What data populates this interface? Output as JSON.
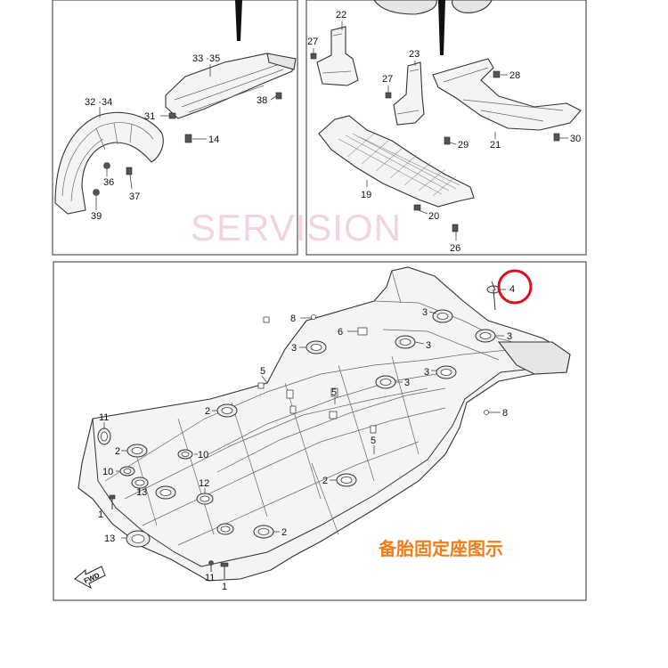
{
  "watermark": "SERVISION",
  "caption": "备胎固定座图示",
  "fwd_label": "FWD",
  "highlight_color": "#d9101f",
  "caption_color": "#f07d18",
  "callouts": {
    "tl_3335": "33 ·35",
    "tl_3234": "32 ·34",
    "tl_31": "31",
    "tl_38": "38",
    "tl_14": "14",
    "tl_36": "36",
    "tl_37": "37",
    "tl_39": "39",
    "tr_22": "22",
    "tr_27a": "27",
    "tr_23": "23",
    "tr_27b": "27",
    "tr_28": "28",
    "tr_21": "21",
    "tr_30": "30",
    "tr_29": "29",
    "tr_19": "19",
    "tr_20": "20",
    "tr_26": "26",
    "b_4": "4",
    "b_8a": "8",
    "b_6": "6",
    "b_3a": "3",
    "b_3b": "3",
    "b_3c": "3",
    "b_3d": "3",
    "b_3e": "3",
    "b_3f": "3",
    "b_5a": "5",
    "b_5b": "5",
    "b_5c": "5",
    "b_8b": "8",
    "b_11a": "11",
    "b_2a": "2",
    "b_2b": "2",
    "b_2c": "2",
    "b_2d": "2",
    "b_10a": "10",
    "b_10b": "10",
    "b_13a": "13",
    "b_13b": "13",
    "b_12": "12",
    "b_1a": "1",
    "b_1b": "1",
    "b_11b": "11"
  }
}
